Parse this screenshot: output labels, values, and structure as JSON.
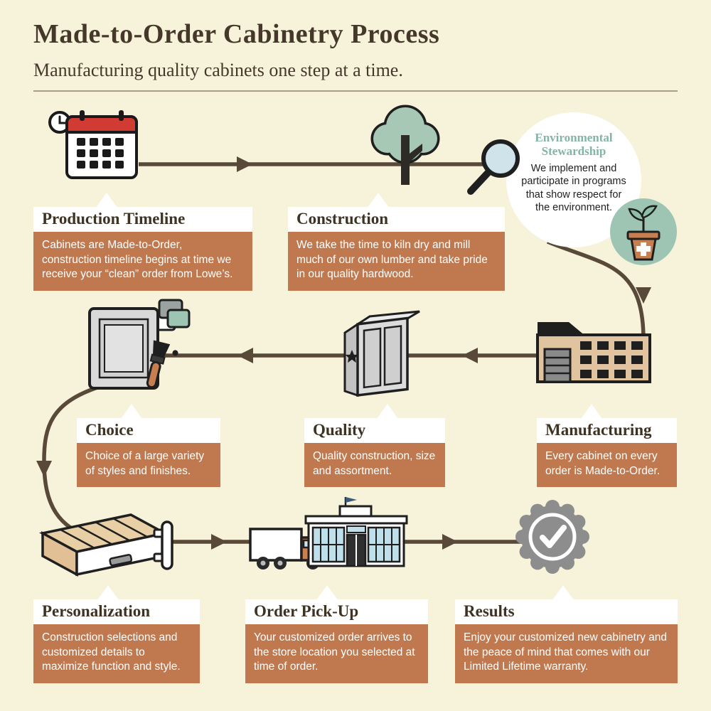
{
  "page": {
    "title": "Made-to-Order Cabinetry Process",
    "subtitle": "Manufacturing quality cabinets one step at a time."
  },
  "colors": {
    "background": "#f7f2da",
    "accent_orange": "#c0794f",
    "flow_line": "#584939",
    "sage_green": "#9ec4b3",
    "env_title_green": "#84b5a3",
    "heading_brown": "#3e3223",
    "calendar_red": "#d23b34",
    "window_blue": "#bfe0ea",
    "badge_gray": "#8d8d8d",
    "factory_tan": "#dfc49f"
  },
  "icons": [
    "calendar-clock-icon",
    "tree-icon",
    "magnifying-glass-icon",
    "potted-plant-icon",
    "factory-icon",
    "cabinet-star-icon",
    "door-swatches-paintbrush-icon",
    "drawer-organizer-icon",
    "cabinet-handle-icon",
    "delivery-truck-icon",
    "store-icon",
    "checkmark-badge-icon"
  ],
  "steps": {
    "production_timeline": {
      "title": "Production Timeline",
      "body": "Cabinets are Made-to-Order, construction timeline begins at time we receive your “clean” order from Lowe’s."
    },
    "construction": {
      "title": "Construction",
      "body": "We take the time to kiln dry and mill much of our own lumber and take pride in our quality hardwood."
    },
    "environmental": {
      "title": "Environmental Stewardship",
      "body": "We implement and participate in programs that show respect for the environment."
    },
    "manufacturing": {
      "title": "Manufacturing",
      "body": "Every cabinet on every order is Made-to-Order."
    },
    "quality": {
      "title": "Quality",
      "body": "Quality construction, size and assortment."
    },
    "choice": {
      "title": "Choice",
      "body": "Choice of a large variety of styles and finishes."
    },
    "personalization": {
      "title": "Personalization",
      "body": "Construction selections and customized details to maximize function and style."
    },
    "order_pickup": {
      "title": "Order Pick-Up",
      "body": "Your customized order arrives to the store location you selected at time of order."
    },
    "results": {
      "title": "Results",
      "body": "Enjoy your customized new cabinetry and the peace of mind that comes with our Limited Lifetime warranty."
    }
  }
}
